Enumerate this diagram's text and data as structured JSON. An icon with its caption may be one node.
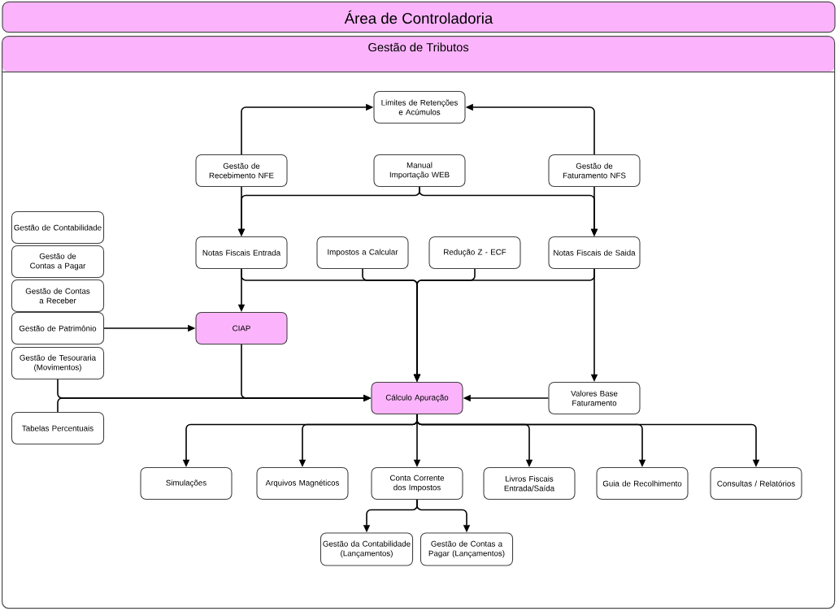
{
  "diagram": {
    "nodes": [
      {
        "text": [
          "Área de Controladoria"
        ]
      },
      {
        "text": [
          "Gestão de Tributos"
        ]
      },
      {
        "text": [
          "Limites de Retenções e Acúmulos"
        ],
        "in": 1
      },
      {
        "text": [
          "Gestão de Recebimento NFE"
        ],
        "in": 1
      },
      {
        "text": [
          "Manual Importação WEB"
        ],
        "in": 1
      },
      {
        "text": [
          "Gestão de Faturamento NFS"
        ],
        "in": 1
      },
      {
        "text": [
          "Gestão de Contabilidade"
        ],
        "in": 1
      },
      {
        "text": [
          "Gestão de Contas a Pagar"
        ],
        "in": 1
      },
      {
        "text": [
          "Gestão de Contas a Receber"
        ],
        "in": 1
      },
      {
        "text": [
          "Gestão de Patrimônio"
        ],
        "in": 1
      },
      {
        "text": [
          "Gestão de Tesouraria (Movimentos)"
        ],
        "in": 1
      },
      {
        "text": [
          "Notas Fiscais Entrada"
        ],
        "in": 1
      },
      {
        "text": [
          "Impostos a Calcular"
        ],
        "in": 1
      },
      {
        "text": [
          "Redução Z - ECF"
        ],
        "in": 1
      },
      {
        "text": [
          "Notas Fiscais de Saida"
        ],
        "in": 1
      },
      {
        "text": [
          "CIAP"
        ],
        "in": 1
      },
      {
        "text": [
          "Tabelas Percentuais"
        ],
        "in": 1
      },
      {
        "text": [
          "Cálculo Apuração"
        ],
        "in": 1
      },
      {
        "text": [
          "Valores Base Faturamento"
        ],
        "in": 1
      },
      {
        "text": [
          "Simulações"
        ],
        "in": 1
      },
      {
        "text": [
          "Arquivos Magnéticos"
        ],
        "in": 1
      },
      {
        "text": [
          "Conta Corrente dos Impostos"
        ],
        "in": 1
      },
      {
        "text": [
          "Livros Fiscais Entrada/Saída"
        ],
        "in": 1
      },
      {
        "text": [
          "Guia de Recolhimento"
        ],
        "in": 1
      },
      {
        "text": [
          "Consultas / Relatórios"
        ],
        "in": 1
      },
      {
        "text": [
          "Gestão da Contabilidade (Lançamentos)"
        ],
        "in": 1
      },
      {
        "text": [
          "Gestão de Contas a Pagar (Lançamentos)"
        ],
        "in": 1
      }
    ],
    "edges": [
      {
        "from": 3,
        "to": 2,
        "arrow": "to"
      },
      {
        "from": 5,
        "to": 2,
        "arrow": "to"
      },
      {
        "from": 3,
        "to": 11,
        "arrow": "to"
      },
      {
        "from": 4,
        "to": 11,
        "arrow": "to"
      },
      {
        "from": 4,
        "to": 14,
        "arrow": "to"
      },
      {
        "from": 5,
        "to": 14,
        "arrow": "to"
      },
      {
        "from": 11,
        "to": 15,
        "arrow": "to"
      },
      {
        "from": 9,
        "to": 15,
        "arrow": "to"
      },
      {
        "from": 11,
        "to": 17,
        "arrow": "to"
      },
      {
        "from": 12,
        "to": 17,
        "arrow": "to"
      },
      {
        "from": 13,
        "to": 17,
        "arrow": "to"
      },
      {
        "from": 14,
        "to": 17,
        "arrow": "to"
      },
      {
        "from": 14,
        "to": 18,
        "arrow": "to"
      },
      {
        "from": 15,
        "to": 17,
        "arrow": "to"
      },
      {
        "from": 10,
        "to": 17,
        "arrow": "to"
      },
      {
        "from": 16,
        "to": 17,
        "arrow": "to"
      },
      {
        "from": 18,
        "to": 17,
        "arrow": "to"
      },
      {
        "from": 17,
        "to": 19,
        "arrow": "to"
      },
      {
        "from": 17,
        "to": 20,
        "arrow": "to"
      },
      {
        "from": 17,
        "to": 21,
        "arrow": "to"
      },
      {
        "from": 17,
        "to": 22,
        "arrow": "to"
      },
      {
        "from": 17,
        "to": 23,
        "arrow": "to"
      },
      {
        "from": 17,
        "to": 24,
        "arrow": "to"
      },
      {
        "from": 21,
        "to": 25,
        "arrow": "to"
      },
      {
        "from": 21,
        "to": 26,
        "arrow": "to"
      }
    ]
  }
}
